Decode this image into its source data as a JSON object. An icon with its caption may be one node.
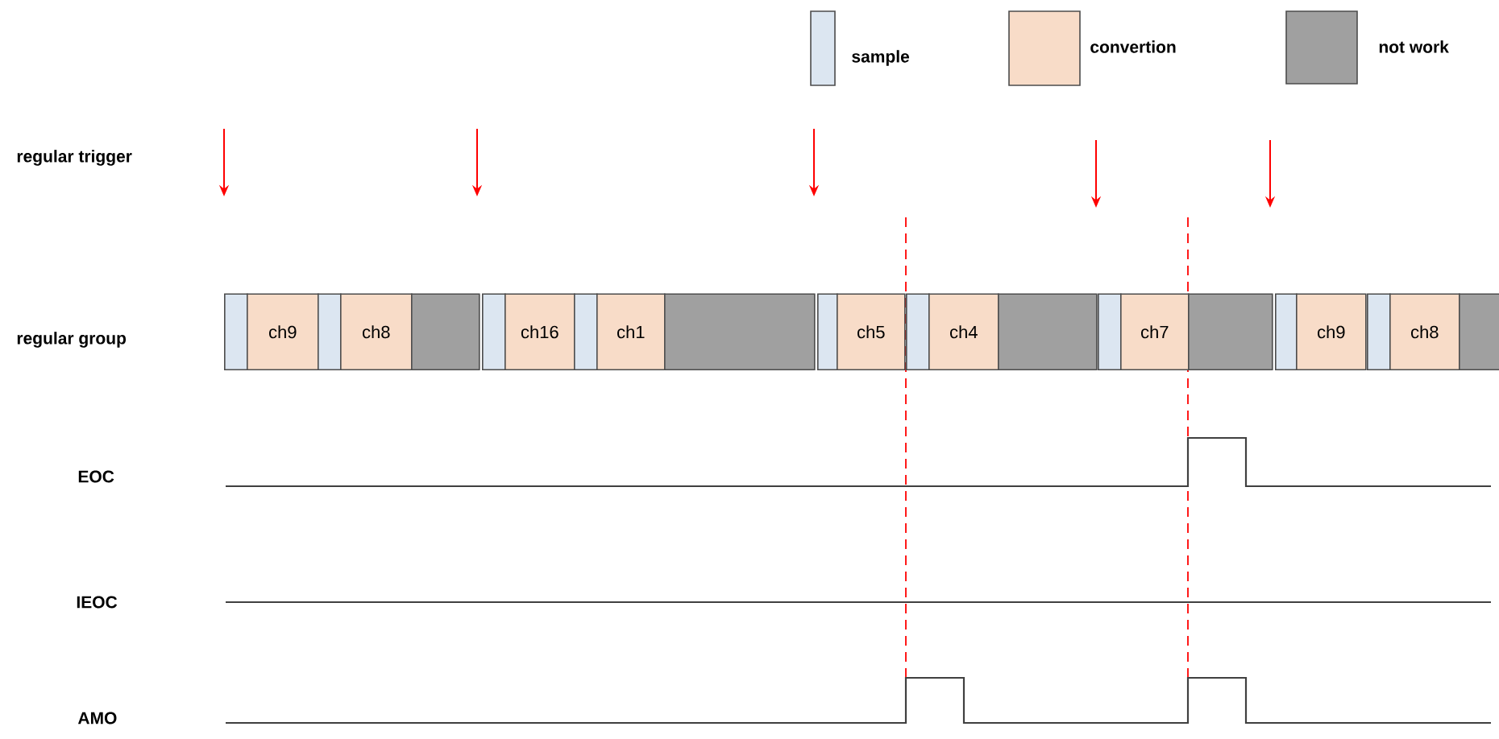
{
  "diagram": {
    "nodes": [
      {
        "text": [],
        "shape": "box"
      },
      {
        "text": [
          "ch9"
        ]
      },
      {
        "text": [],
        "shape": "box"
      },
      {
        "text": [
          "ch8"
        ]
      },
      {
        "text": [],
        "shape": "box"
      },
      {
        "text": [],
        "shape": "box"
      },
      {
        "text": [
          "ch16"
        ]
      },
      {
        "text": [],
        "shape": "box"
      },
      {
        "text": [
          "ch1"
        ]
      },
      {
        "text": [],
        "shape": "box"
      },
      {
        "text": [],
        "shape": "box"
      },
      {
        "text": [
          "ch5"
        ]
      },
      {
        "text": [],
        "shape": "box"
      },
      {
        "text": [
          "ch4"
        ]
      },
      {
        "text": [],
        "shape": "box"
      },
      {
        "text": [],
        "shape": "box"
      },
      {
        "text": [
          "ch7"
        ]
      },
      {
        "text": [],
        "shape": "box"
      },
      {
        "text": [],
        "shape": "box"
      },
      {
        "text": [
          "ch9"
        ]
      },
      {
        "text": [],
        "shape": "box"
      },
      {
        "text": [
          "ch8"
        ]
      },
      {
        "text": [],
        "shape": "box"
      }
    ],
    "labels": [
      "regular trigger",
      "regular group",
      "EOC",
      "IEOC",
      "AMO"
    ],
    "legend": [
      {
        "text": "sample",
        "color": "#dce6f1"
      },
      {
        "text": "convertion",
        "color": "#f8dcc8"
      },
      {
        "text": "not work",
        "color": "#a0a0a0"
      }
    ]
  }
}
